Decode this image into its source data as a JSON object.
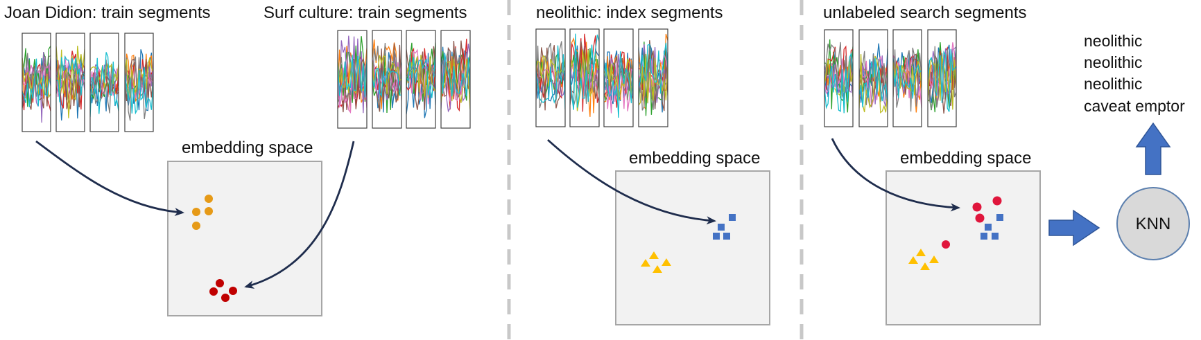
{
  "panel_1": {
    "source_a_label": "Joan Didion: train segments",
    "source_b_label": "Surf culture: train segments",
    "embedding_label": "embedding space"
  },
  "panel_2": {
    "index_label": "neolithic: index segments",
    "embedding_label": "embedding space"
  },
  "panel_3": {
    "search_label": "unlabeled search segments",
    "embedding_label": "embedding space",
    "classifier_label": "KNN",
    "results": [
      "neolithic",
      "neolithic",
      "neolithic",
      "caveat emptor"
    ]
  },
  "colors": {
    "orange_cluster": "#e69a17",
    "darkred_cluster": "#c00000",
    "blue_squares": "#4472c4",
    "yellow_triangles": "#ffc000",
    "red_circles": "#e0163c",
    "block_arrow": "#4472c4",
    "curve_arrow": "#1f2d4d",
    "divider": "#c8c8c8",
    "box_fill": "#f2f2f2",
    "box_stroke": "#a6a6a6",
    "knn_fill": "#d9d9d9"
  }
}
